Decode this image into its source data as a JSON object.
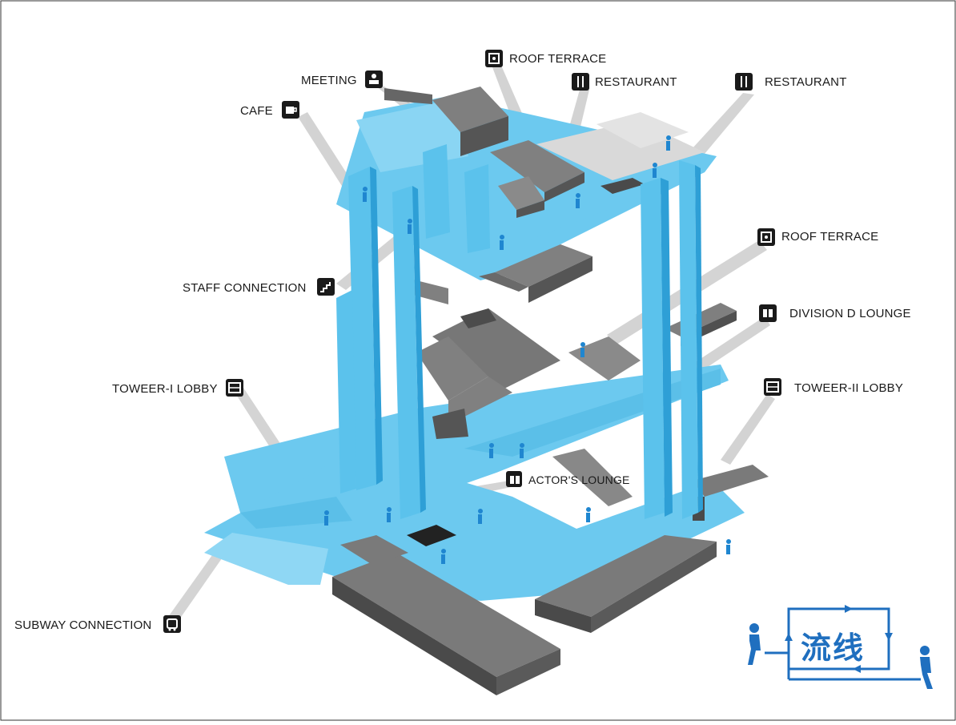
{
  "diagram": {
    "labels": {
      "meeting": "MEETING",
      "cafe": "CAFE",
      "roof_terrace_top": "ROOF TERRACE",
      "restaurant_1": "RESTAURANT",
      "restaurant_2": "RESTAURANT",
      "roof_terrace_mid": "ROOF TERRACE",
      "staff_connection": "STAFF CONNECTION",
      "division_d_lounge": "DIVISION D LOUNGE",
      "tower_1_lobby": "TOWEER-I LOBBY",
      "tower_2_lobby": "TOWEER-II LOBBY",
      "actors_lounge": "ACTOR'S LOUNGE",
      "subway_connection": "SUBWAY CONNECTION"
    },
    "legend": {
      "text": "流线"
    },
    "colors": {
      "circulation": "#5bc2ec",
      "circulation_dark": "#2fa8dd",
      "block_top": "#7f7f7f",
      "block_side": "#5a5a5a",
      "leader": "#c8c8c8",
      "legend_blue": "#1f6fbf",
      "person": "#1f86d0"
    }
  }
}
